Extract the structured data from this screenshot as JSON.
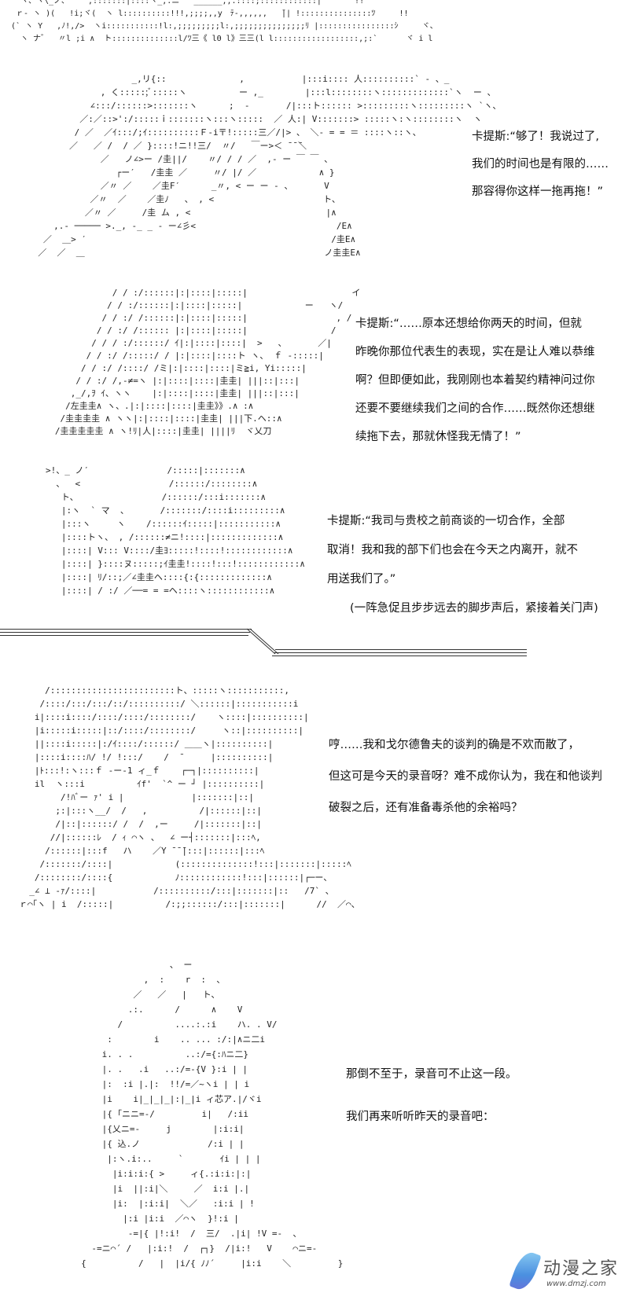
{
  "panels": [
    {
      "art": [
        "  ヽ、ヽ\\_ノ、    ,:::::::|::::ヽ_,.ニ   ______,,.::::;::::::::::::|       !!",
        " ｒ- ヽ )(   !i;ヾ(  ヽ l::::::::::!!!,;;;;,,y　ﾃ-,,,,,,   ̄|| !:::::::::::::::ﾂ     !!",
        "(` ヽ Y   ,ﾉ!,/>  ヽi:::::::::::!l:,;;;;;;;;;l:,;;;;;;;;;;;;;;;ﾘ |::::::::::::::::ｼ     ヾ、",
        "  ヽ ナ゛  〃l ;i ∧  ト::::::::::::::l/ﾂ三《 lΘ l》三三(l l::::::::::::::::::,;:`      ヾ i l"
      ],
      "dialogue": []
    },
    {
      "art": [
        "                    _,リ{::              ,           |:::i:::: 人::::::::::` ‐ 、_",
        "              , く:::::;ﾞ:::::ヽ          ー ,_        |:::l::::::::ヽ:::::::::::::`ヽ  ー 、",
        "            ∠:::/::::::>:::::::ヽ      ;  ‐       /|:::ト:::::: >:::::::::ヽ:::::::::ヽ `ヽ、",
        "          ／:／::>':/:::::ｉ:::::::ヽ:::ヽ:::::  ／ 人:| V:::::::> :::::ヽ:ヽ::::::::ヽ  ヽ",
        "         / ／  ／ｲ:::/;ｲ::::::::::Ｆ‐i〒!:::::三／/|> 、 ＼‐ = = ＝ ::::ヽ::ヽ、",
        "        ／   ／ /  / ／ }::::!ニ!!三/  〃/   ￣ー>＜ ̄ ̄ ̄＼",
        "              ／   ノ∠>ー /圭||/    〃/ / / ／  ,- ー ￣ ￣ 、",
        "                 ┌ー′   /圭圭 ／     〃/ |/ ／            ∧ }",
        "              ／〃 ／    ／圭F′      _〃, < ー ー ‐ 、      V",
        "            ／〃  ／    ／圭ﾉ   、 , <                     ト、",
        "           ／〃 ／     /圭 ム , <                          |∧",
        "     ,.- ───── >._, -_ _ - ー∠彡<                           /E∧",
        "   ／  ＿> ′                                               /圭E∧",
        "  ／  ／  ＿                                              ノ圭圭E∧"
      ],
      "dialogue": [
        "卡提斯:“够了！我说过了,",
        "我们的时间也是有限的……",
        "那容得你这样一拖再拖！”"
      ]
    },
    {
      "art": [
        "              / / :/::::::|:|::::|:::::|                    イ",
        "             / / :/::::::|:|::::|:::::|            ー   ヽ/",
        "            / / :/ /::::::|:|::::|:::::|                 , /",
        "           / / :/ /:::::: |:|::::|:::::|                /",
        "          / / / :/::::::/ ｲ|:|::::|::::|  >   、      ／|",
        "         / / :/ /:::::/ / |:|::::|::::ト ヽ、 ｆ ‐:::::|",
        "        / / :/ /::::/ /ミ|:|::::|::::|ミ≧i, Yi:::::|",
        "       / / :/ /,-≠=ヽ |:|::::|::::|圭圭| |||::|:::|",
        "      ,_/,ｦ ｲ、ヽヽ    |:|::::|::::|圭圭| |||::|:::|",
        "     /左圭圭∧ ヽ、.|:|::::|::::|圭圭》》.∧ :∧",
        "    /圭圭圭圭 ∧ ヽヽ|:|::::|::::|圭圭| |||下.ヘ::∧",
        "   /圭圭圭圭圭 ∧ ヽ!ﾘ|人|::::|圭圭| ||||ﾘ  ヾ乂刀"
      ],
      "dialogue": [
        "卡提斯:“……原本还想给你两天的时间，但就",
        "昨晚你那位代表生的表现，实在是让人难以恭维",
        "啊？但即便如此，我刚刚也本着契约精神问过你",
        "还要不要继续我们之间的合作……既然你还想继",
        "续拖下去，那就休怪我无情了！”"
      ]
    },
    {
      "art": [
        ">!、_ ノ′               /:::::|:::::::∧",
        "  、  <                 /::::::/::::::::∧",
        "   ト、                /::::::/:::i:::::::∧",
        "   |:ヽ  ` マ  、      /:::::::/::::i:::::::::∧",
        "   |:::ヽ     ヽ    /::::::ｲ:::::|:::::::::::∧",
        "   |::::トヽ、 , /::::::≠ニ!::::|:::::::::::::∧",
        "   |::::| V::: V::::/圭ﾖ:::::!::::!::::::::::::∧",
        "   |::::| }::::ヌ:::::;ｲ圭圭!::::!:::!::::::::::::∧",
        "   |::::| ﾘ/::;／∠圭圭ヘ::::{:{:::::::::::::∧",
        "   |::::| / :/ ／──= = =ヘ::::ヽ::::::::::::∧"
      ],
      "dialogue": [
        "卡提斯:“我司与贵校之前商谈的一切合作，全部",
        "取消！我和我的部下们也会在今天之内离开，就不",
        "用送我们了。”"
      ],
      "narration": "(一阵急促且步步远去的脚步声后，紧接着关门声)"
    },
    {
      "art": [
        "     /::::::::::::::::::::::::ト、:::::ヽ:::::::::::,",
        "    /::::/:::/:::/::/::::::::::/ ＼::::::|:::::::::::i",
        "   i|::::i::::/::::/::::/::::::::/    ヽ::::|::::::::::|",
        "   |i:::::i:::::|::/::::/::::::::/     ヽ::|::::::::::|",
        "   ||::::i:::::|:/ｲ::::/::::::/ ＿＿ヽ|::::::::::|",
        "   |::::i::::ﾊ/ !/ !:::/    /  ̄      |::::::::::|",
        "   |ﾄ:::!:ヽ:::ｆ ‐ー‐1 ィ_ｆ    ┌─┐|::::::::::|",
        "   il  ヽ:::i          ｲf'  `^ ー ┘ |::::::::::|",
        "        /!ﾊﾞー ｧ' i |             |:::::::|::|",
        "       ;:|:::ヽ__/  /   ,          /|::::::|::|",
        "       /|::|::::::/ /  /  ,ー     /|:::::::|::|",
        "      //|::::::ﾚ  / ｨ ⌒ヽ 、  ∠ ー┤:::::::|:::ﾍ,",
        "     /::::::|:::f   ハ    ／Y ̄ ̄ ̄|:::|::::::|:::ﾍ",
        "    /:::::::/::::|            (::::::::::::::!:::|:::::::|:::::ﾍ",
        "   /::::::::/::::{            ﾉ::::::::::::!:::|::::::|┌─ー、",
        "  _∠ ⊥ -ｧ/::::|           /::::::::::/:::|:::::::|::   /7` 、",
        "ｒ⌒｢ヽ | i  /:::::|          /:;;::::::/:::|:::::::|      //  ／⌒、"
      ],
      "dialogue": [
        "哼……我和戈尔德鲁夫的谈判的确是不欢而散了，",
        "但这可是今天的录音呀？难不成你认为，我在和他谈判",
        "破裂之后，还有准备毒杀他的余裕吗？"
      ]
    },
    {
      "art": [
        "                      、 ー",
        "                 ,  :    r  :  、",
        "               ／   ／   |   ト、",
        "              .:.      /      ∧    V",
        "            /          ....:.:i    ハ. . V/",
        "          :        i    .. ... :/:|∧ニ二i",
        "         i. . .          ..:/={:ﾊニ二}",
        "         |. .   .i   ..:/=-{V }:i | |",
        "         |:  :i |.|:  !!/=／~ヽi | | i",
        "         |i    i|_|_|_|:|_|i ィ芯ア.|/ヾi",
        "         |{ ｢ニニ=-/         i|   /:ii",
        "         |{乂ニ=-     j        |:i:i|",
        "         |{ 込.ノ             /:i | |",
        "          |:ヽ.i:..     `       ｲi | | |",
        "           |i:i:i:{ >     ィ{.:i:i:|:|",
        "           |i  ||:i|＼     ／  i:i |.|",
        "           |i:  |:i:i|  ＼／   :i:i | !",
        "             |:i |i:i  ／⌒ヽ  }!:i |",
        "              -=|{ |!:i!  /  三/  .|i| !V =-  、",
        "       -=ニ⌒´ /   |:i:!  /  ┌┐}  /|i:!   V    ⌒ニ=-",
        "     {          /   |  |i/{ ﾉﾉ´     |i:i    ＼         }"
      ],
      "dialogue": [
        "那倒不至于，录音可不止这一段。",
        "我们再来听听昨天的录音吧："
      ]
    }
  ],
  "watermark": {
    "name": "动漫之家",
    "url": "www.dmzj.com"
  }
}
